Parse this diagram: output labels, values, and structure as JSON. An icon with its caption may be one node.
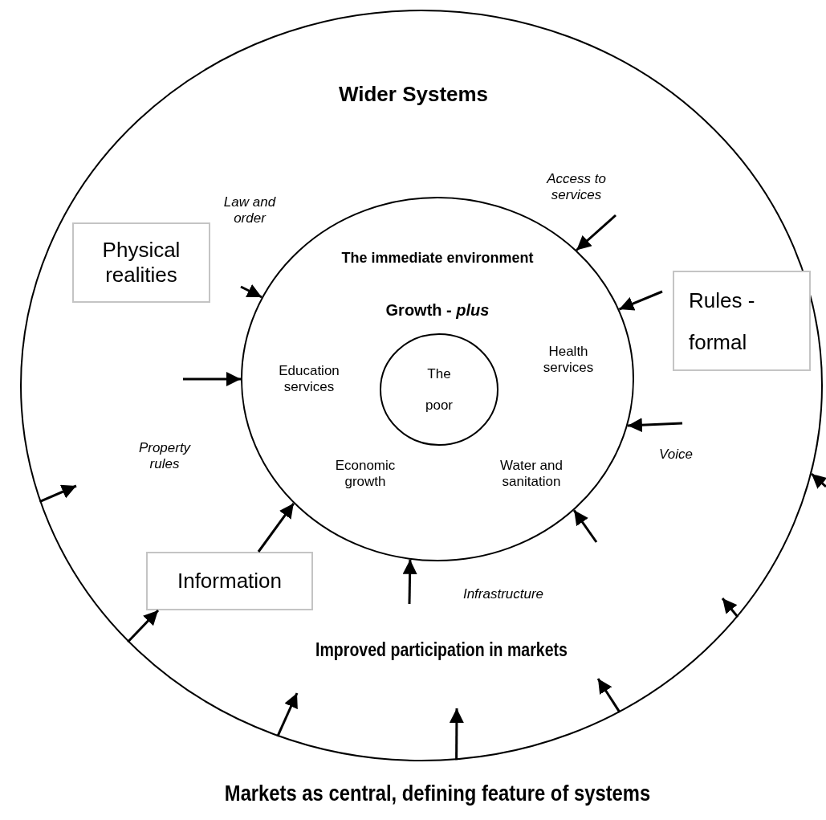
{
  "diagram": {
    "caption": "Markets as central, defining feature of systems",
    "nodes": [
      {
        "text": [
          "Wider Systems"
        ]
      },
      {
        "text": [
          "The immediate environment",
          "Growth - *plus*",
          "Education services",
          "Health services",
          "Economic growth",
          "Water and sanitation"
        ],
        "in": 0
      },
      {
        "text": [
          "The poor"
        ],
        "in": 1
      },
      {
        "text": [
          "Physical realities"
        ],
        "in": 0
      },
      {
        "text": [
          "Rules - formal"
        ],
        "in": 0
      },
      {
        "text": [
          "Information"
        ],
        "in": 0
      }
    ],
    "edges": [
      {
        "from": null,
        "to": 1,
        "arrow": "to"
      },
      {
        "from": null,
        "to": 1,
        "arrow": "to"
      },
      {
        "from": null,
        "to": 1,
        "arrow": "to"
      },
      {
        "from": null,
        "to": 1,
        "arrow": "to"
      },
      {
        "from": null,
        "to": 1,
        "arrow": "to"
      },
      {
        "from": null,
        "to": 0,
        "arrow": "to"
      },
      {
        "from": 0,
        "to": null,
        "arrow": "to"
      },
      {
        "from": 5,
        "to": 1,
        "arrow": "to"
      },
      {
        "from": 0,
        "to": 5,
        "arrow": "to"
      },
      {
        "from": null,
        "to": 1,
        "arrow": "to"
      },
      {
        "from": null,
        "to": 1,
        "arrow": "to"
      },
      {
        "from": 0,
        "to": null,
        "arrow": "to"
      },
      {
        "from": 0,
        "to": null,
        "arrow": "to"
      },
      {
        "from": 0,
        "to": null,
        "arrow": "to"
      },
      {
        "from": 0,
        "to": null,
        "arrow": "to"
      }
    ],
    "labels": [
      "Access to services",
      "Law and order",
      "Voice",
      "Property rules",
      "Infrastructure",
      "Improved participation in markets"
    ]
  }
}
